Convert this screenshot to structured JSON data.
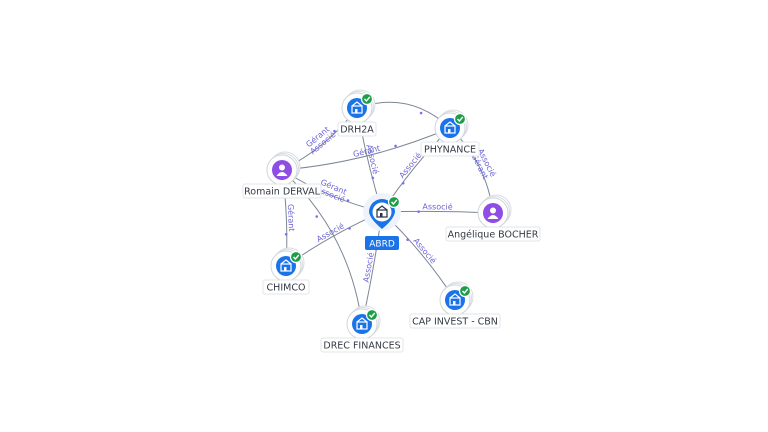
{
  "center": {
    "label": "ABRD",
    "icon": "company-icon",
    "verified": true
  },
  "nodes": [
    {
      "id": "drh2a",
      "label": "DRH2A",
      "kind": "company",
      "verified": true
    },
    {
      "id": "phynance",
      "label": "PHYNANCE",
      "kind": "company",
      "verified": true
    },
    {
      "id": "romain",
      "label": "Romain DERVAL",
      "kind": "person",
      "verified": false
    },
    {
      "id": "angelique",
      "label": "Angélique BOCHER",
      "kind": "person",
      "verified": false
    },
    {
      "id": "chimco",
      "label": "CHIMCO",
      "kind": "company",
      "verified": true
    },
    {
      "id": "capinvest",
      "label": "CAP INVEST - CBN",
      "kind": "company",
      "verified": true
    },
    {
      "id": "drec",
      "label": "DREC FINANCES",
      "kind": "company",
      "verified": true
    }
  ],
  "edges": [
    {
      "from": "romain",
      "to": "drh2a",
      "labels": [
        "Gérant",
        "Associé"
      ]
    },
    {
      "from": "romain",
      "to": "phynance",
      "labels": [
        "Gérant"
      ]
    },
    {
      "from": "romain",
      "to": "center",
      "labels": [
        "Gérant",
        "Associé"
      ]
    },
    {
      "from": "romain",
      "to": "chimco",
      "labels": [
        "Gérant"
      ]
    },
    {
      "from": "drh2a",
      "to": "center",
      "labels": [
        "Associé"
      ]
    },
    {
      "from": "drh2a",
      "to": "phynance",
      "labels": []
    },
    {
      "from": "phynance",
      "to": "center",
      "labels": [
        "Associé"
      ]
    },
    {
      "from": "angelique",
      "to": "phynance",
      "labels": [
        "Associé",
        "Gérant"
      ]
    },
    {
      "from": "angelique",
      "to": "center",
      "labels": [
        "Associé"
      ]
    },
    {
      "from": "chimco",
      "to": "center",
      "labels": [
        "Associé"
      ]
    },
    {
      "from": "drec",
      "to": "center",
      "labels": [
        "Associé"
      ]
    },
    {
      "from": "drec",
      "to": "romain",
      "labels": []
    },
    {
      "from": "capinvest",
      "to": "center",
      "labels": [
        "Associé"
      ]
    }
  ],
  "colors": {
    "company": "#1a73e8",
    "person": "#8e4ee6",
    "verified": "#1e9e4a",
    "edge_label": "#6b63d6",
    "center_pin": "#1a73e8"
  }
}
